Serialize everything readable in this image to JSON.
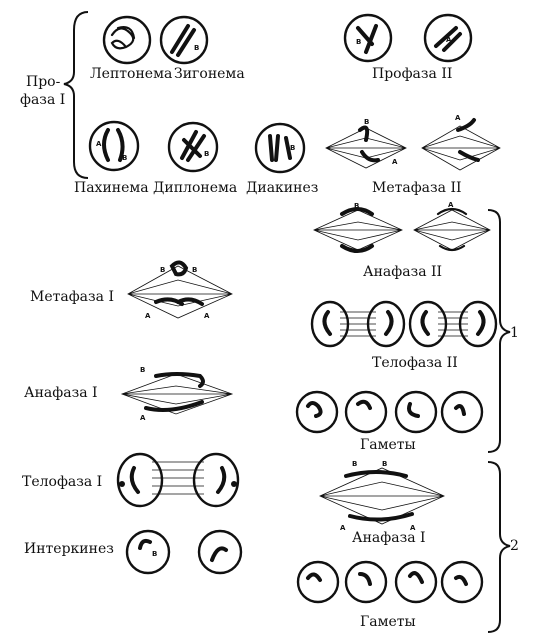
{
  "labels": {
    "profaza_i_top": "Про-",
    "profaza_i_bottom": "фаза I",
    "leptonema": "Лептонема",
    "zigonema": "Зигонема",
    "profaza_ii": "Профаза II",
    "pakhinema": "Пахинема",
    "diplonema": "Диплонема",
    "diakinez": "Диакинез",
    "metafaza_ii": "Метафаза II",
    "anafaza_ii": "Анафаза II",
    "metafaza_i": "Метафаза I",
    "telofaza_ii": "Телофаза II",
    "anafaza_i_left": "Анафаза I",
    "gamety_1": "Гаметы",
    "telofaza_i": "Телофаза I",
    "interkinez": "Интеркинез",
    "anafaza_i_right": "Анафаза I",
    "gamety_2": "Гаметы",
    "group_1": "1",
    "group_2": "2"
  },
  "allele_marks": {
    "a": "A",
    "b": "B"
  }
}
